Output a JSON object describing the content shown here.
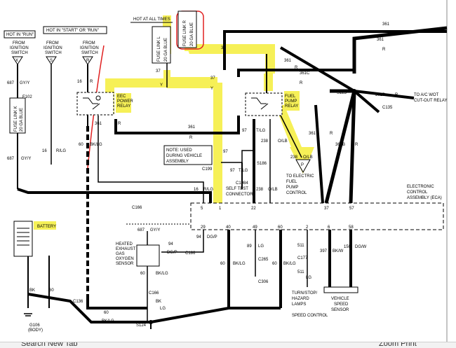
{
  "headers": {
    "hot_in_run": "HOT IN \"RUN\"",
    "hot_start_run": "HOT IN \"START\" OR \"RUN\"",
    "hot_all_times": "HOT AT ALL TIMES"
  },
  "switches": {
    "a": [
      "FROM",
      "IGNITION",
      "SWITCH"
    ],
    "b": [
      "FROM",
      "IGNITION",
      "SWITCH"
    ],
    "c": [
      "FROM",
      "IGNITION",
      "SWITCH"
    ],
    "a_term": "X",
    "b_term": "S",
    "c_term": "R"
  },
  "fuse_links": {
    "k": "FUSE LINK K",
    "k_ga": "20 GA BLUE",
    "l": "FUSE LINK L",
    "l_ga": "20 GA BLUE",
    "r": "FUSE LINK R",
    "r_ga": "20 GA BLUE"
  },
  "relays": {
    "eec": [
      "EEC",
      "POWER",
      "RELAY"
    ],
    "fuel": [
      "FUEL",
      "PUMP",
      "RELAY"
    ]
  },
  "note": [
    "NOTE: USED",
    "DURING VEHICLE",
    "ASSEMBLY"
  ],
  "self_test": [
    "SELF TEST",
    "CONNECTOR"
  ],
  "fuel_pump": [
    "TO ELECTRIC",
    "FUEL",
    "PUMP",
    "CONTROL"
  ],
  "ac": [
    "TO A/C WOT",
    "CUT-OUT RELAY"
  ],
  "eca": [
    "ELECTRONIC",
    "CONTROL",
    "ASSEMBLY (ECA)"
  ],
  "heated_sensor": [
    "HEATED",
    "EXHAUST",
    "GAS",
    "OXYGEN",
    "SENSOR"
  ],
  "battery": "BATTERY",
  "turn_stop": [
    "TURN/STOP/",
    "HAZARD",
    "LAMPS"
  ],
  "speed_control": "SPEED CONTROL",
  "vss": [
    "VEHICLE",
    "SPEED",
    "SENSOR"
  ],
  "ground": [
    "G106",
    "(BODY)"
  ],
  "wires": {
    "w687": "687",
    "gyy": "GY/Y",
    "f102": "F102",
    "w16": "16",
    "rlg": "R/LG",
    "w60": "60",
    "bklg": "BK/LG",
    "w361": "361",
    "r": "R",
    "w37": "37",
    "y": "Y",
    "w361c": "361C",
    "s125": "S125",
    "w361d": "361D",
    "c135": "C135",
    "w361b": "361B",
    "w97": "97",
    "tlg": "T/LG",
    "w238": "238",
    "olb": "O/LB",
    "c199": "C199",
    "s186": "S186",
    "c1984": "C1984",
    "c166": "C166",
    "w94": "94",
    "dgp": "DG/P",
    "c186": "C186",
    "c265": "C265",
    "c306": "C306",
    "c136": "C136",
    "s124": "S124",
    "bk": "BK",
    "w89": "89",
    "w49": "49",
    "w511": "511",
    "lg": "LG",
    "c177": "C177",
    "w397": "397",
    "bkw": "BK/W",
    "w150": "150",
    "dgw": "DG/W",
    "w16b": "16",
    "w687b": "687"
  },
  "pins": [
    "5",
    "1",
    "22",
    "37",
    "57",
    "29",
    "40",
    "49",
    "60",
    "2",
    "6",
    "58"
  ],
  "bottom_bar": {
    "left": "Search New Tab",
    "right": "Zoom  Print"
  }
}
